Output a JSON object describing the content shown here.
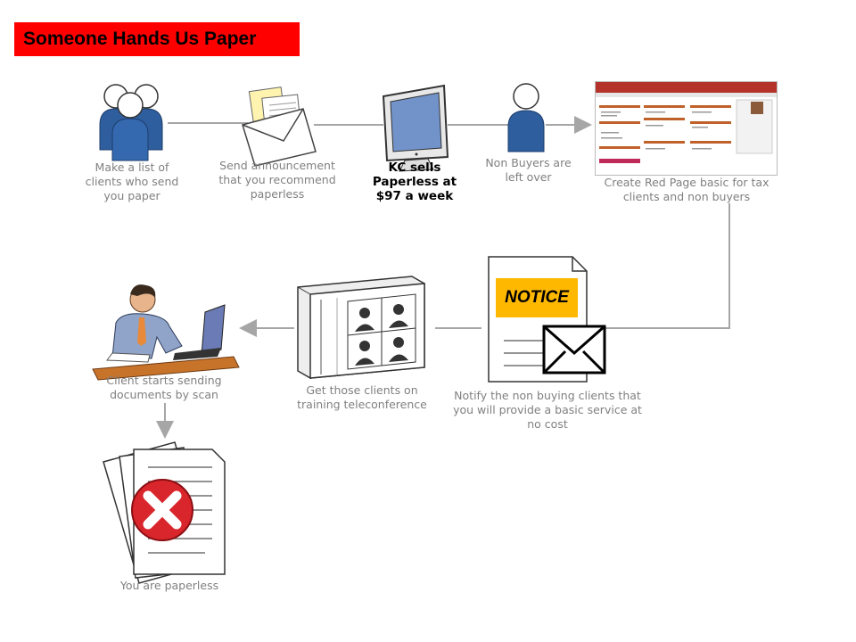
{
  "title": "Someone Hands Us Paper",
  "steps": {
    "make_list": "Make a list of clients who send you paper",
    "send_announcement": "Send announcement that you recommend paperless",
    "kc_sells": "KC sells Paperless at $97 a week",
    "non_buyers": "Non Buyers are left over",
    "create_red_page": "Create Red Page  basic for tax clients and non buyers",
    "notify": "Notify the non buying clients that you will provide a basic service at no cost",
    "teleconference": "Get those clients on training teleconference",
    "client_scan": "Client starts sending documents by scan",
    "paperless": "You are paperless"
  },
  "notice_label": "NOTICE",
  "colors": {
    "title_bg": "#ff0000",
    "arrow": "#a6a6a6",
    "person_blue": "#2e5e9e",
    "notice_bg": "#ffb800",
    "x_red": "#d9262c"
  },
  "icons": [
    "group-people-icon",
    "envelope-letter-icon",
    "monitor-icon",
    "person-icon",
    "webpage-screenshot-icon",
    "notice-document-icon",
    "video-conference-icon",
    "businessman-computer-icon",
    "rejected-documents-icon"
  ]
}
